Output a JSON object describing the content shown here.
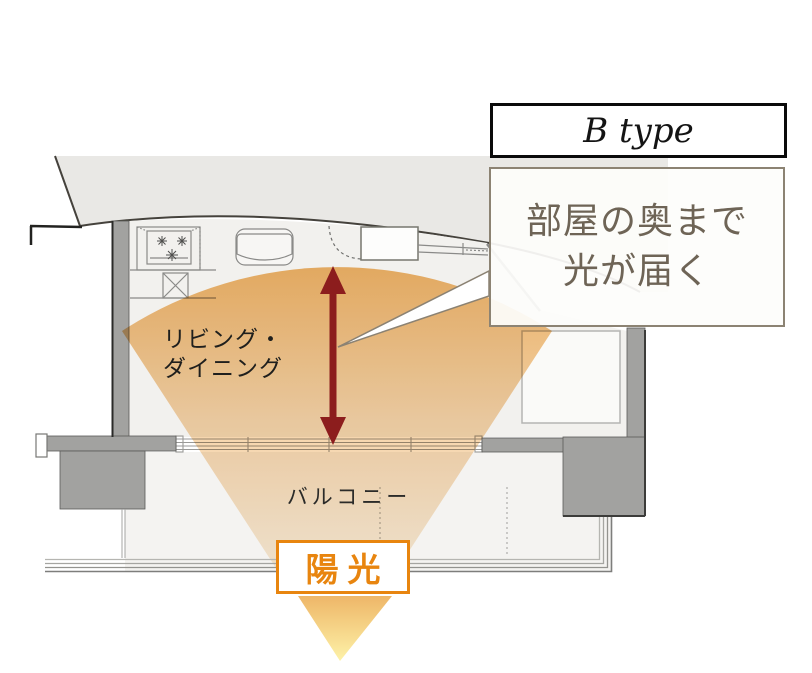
{
  "unit_label": {
    "text": "B type"
  },
  "callout": {
    "line1": "部屋の奥まで",
    "line2": "光が届く"
  },
  "room_labels": {
    "living_dining_line1": "リビング・",
    "living_dining_line2": "ダイニング",
    "balcony": "バルコニー"
  },
  "sunlight": {
    "label": "陽光"
  },
  "colors": {
    "light_beam_top": "#efb164",
    "light_beam_mid": "#f6d9b4",
    "light_beam_bottom": "#f9ecd9",
    "beam_tip_yellow": "#fdf2a8",
    "depth_arrow_red": "#8c1d1d",
    "sunlight_accent": "#e8850f",
    "callout_border": "#8c8373",
    "callout_text": "#6e6456",
    "wall_gray": "#a2a2a0",
    "outside_gray": "#e9e8e5",
    "room_floor": "#f2f1ee"
  }
}
